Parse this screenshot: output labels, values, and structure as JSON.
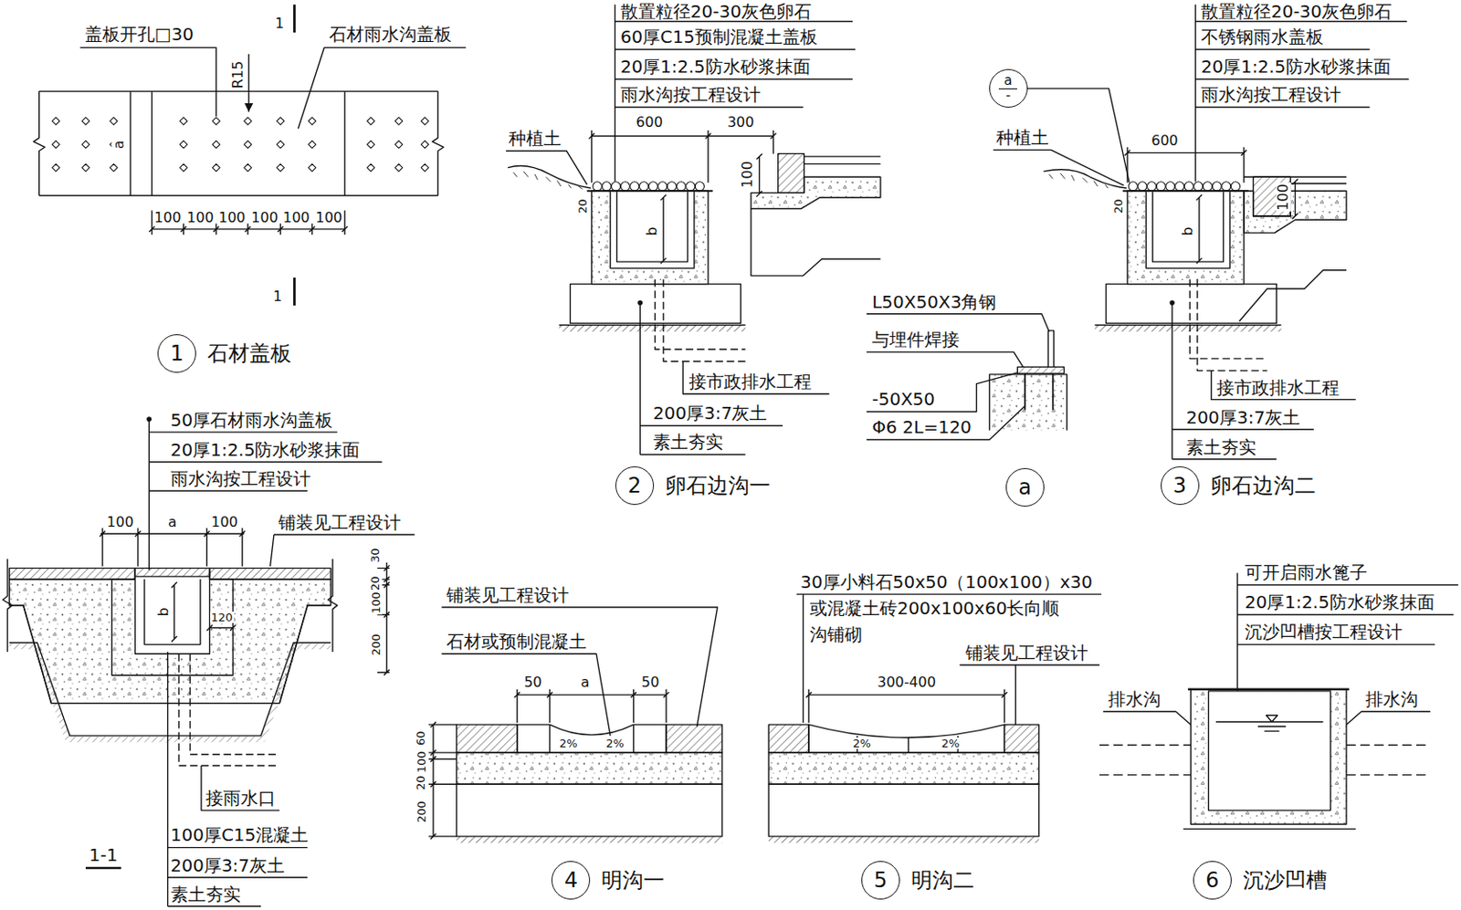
{
  "diagram": {
    "nodes": [
      {
        "text": [
          "a",
          "-"
        ]
      },
      {
        "text": [
          "1",
          "石材盖板"
        ]
      },
      {
        "text": [
          "2",
          "卵石边沟一"
        ]
      },
      {
        "text": [
          "a"
        ]
      },
      {
        "text": [
          "3",
          "卵石边沟二"
        ]
      },
      {
        "text": [
          "4",
          "明沟一"
        ]
      },
      {
        "text": [
          "5",
          "明沟二"
        ]
      },
      {
        "text": [
          "6",
          "沉沙凹槽"
        ]
      }
    ],
    "labels": [
      "1",
      "盖板开孔□30",
      "R15",
      "石材雨水沟盖板",
      "a",
      "100",
      "100",
      "100",
      "100",
      "100",
      "100",
      "1",
      "散置粒径20-30灰色卵石",
      "60厚C15预制混凝土盖板",
      "20厚1:2.5防水砂浆抹面",
      "雨水沟按工程设计",
      "600",
      "300",
      "种植土",
      "100",
      "20",
      "b",
      "接市政排水工程",
      "200厚3:7灰土",
      "素土夯实",
      "L50X50X3角钢",
      "与埋件焊接",
      "-50X50",
      "Φ6 2L=120",
      "散置粒径20-30灰色卵石",
      "不锈钢雨水盖板",
      "20厚1:2.5防水砂浆抹面",
      "雨水沟按工程设计",
      "种植土",
      "600",
      "100",
      "20",
      "b",
      "接市政排水工程",
      "200厚3:7灰土",
      "素土夯实",
      "50厚石材雨水沟盖板",
      "20厚1:2.5防水砂浆抹面",
      "雨水沟按工程设计",
      "100",
      "a",
      "100",
      "铺装见工程设计",
      "30",
      "20",
      "100",
      "200",
      "b",
      "120",
      "接雨水口",
      "100厚C15混凝土",
      "200厚3:7灰土",
      "素土夯实",
      "1-1",
      "铺装见工程设计",
      "石材或预制混凝土",
      "50",
      "a",
      "50",
      "2%",
      "2%",
      "60",
      "100",
      "20",
      "200",
      "30厚小料石50x50（100x100）x30",
      "或混凝土砖200x100x60长向顺",
      "沟铺砌",
      "铺装见工程设计",
      "300-400",
      "2%",
      "2%",
      "可开启雨水篦子",
      "20厚1:2.5防水砂浆抹面",
      "沉沙凹槽按工程设计",
      "排水沟",
      "排水沟"
    ]
  }
}
